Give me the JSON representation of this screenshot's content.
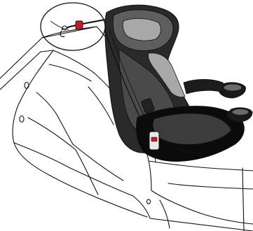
{
  "colors": {
    "background": "#ffffff",
    "line": "#111111",
    "seat_dark": "#2a2a2a",
    "seat_mid": "#5e5e5e",
    "seat_light": "#a8a8a8",
    "seat_black": "#0b0b0b",
    "buckle_red": "#c8192b"
  },
  "diagram": {
    "components": [
      {
        "name": "vehicle-seat-back",
        "icon": "vehicle-seat-outline"
      },
      {
        "name": "vehicle-seat-cushion",
        "icon": "vehicle-seat-outline"
      },
      {
        "name": "booster-car-seat",
        "icon": "child-booster-seat"
      },
      {
        "name": "top-tether-anchor",
        "icon": "tether-strap-hook"
      },
      {
        "name": "lap-belt-buckle",
        "icon": "seat-belt-buckle"
      },
      {
        "name": "cup-holder",
        "icon": "cup-holder"
      },
      {
        "name": "detail-callout-circle",
        "icon": "magnify-callout"
      }
    ]
  }
}
